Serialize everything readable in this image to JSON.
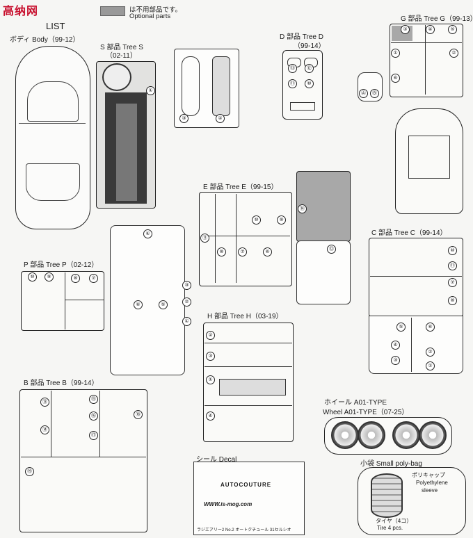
{
  "header": {
    "logo_text": "高纳网",
    "legend_ja": "は不用部品です。",
    "legend_en": "Optional parts",
    "list_label": "LIST"
  },
  "trees": {
    "body": {
      "label": "ボディ Body（99-12）"
    },
    "s": {
      "label": "S 部品 Tree S",
      "code": "（02-11）"
    },
    "d": {
      "label": "D 部品 Tree D",
      "code": "（99-14）"
    },
    "g": {
      "label": "G 部品 Tree G（99-13）"
    },
    "e": {
      "label": "E 部品 Tree E（99-15）"
    },
    "c": {
      "label": "C 部品 Tree C（99-14）"
    },
    "p": {
      "label": "P 部品 Tree P（02-12）"
    },
    "h": {
      "label": "H 部品 Tree H（03-19）"
    },
    "b": {
      "label": "B 部品 Tree B（99-14）"
    }
  },
  "wheel": {
    "label_ja": "ホイール A01-TYPE",
    "label_en": "Wheel A01-TYPE（07-25）"
  },
  "decal": {
    "label": "シール Decal",
    "brand1": "AUTOCOUTURE",
    "url": "WWW.is-mog.com",
    "footer": "ラジエアリー2 No.2 オートクチュール 31セルシオ"
  },
  "polybag": {
    "label": "小袋 Small poly-bag",
    "cap_ja": "ポリキャップ",
    "cap_en1": "Polyethylene",
    "cap_en2": "sleeve",
    "tire_ja": "タイヤ（4コ）",
    "tire_en": "Tire 4 pcs."
  },
  "part_numbers": {
    "s": [
      "①",
      "②",
      "③"
    ],
    "d": [
      "⑬",
      "⑫",
      "⑪",
      "⑩"
    ],
    "g": [
      "③",
      "④",
      "⑤",
      "①",
      "②",
      "⑥",
      "Ⓐ",
      "Ⓑ"
    ],
    "e": [
      "⑭",
      "⑫",
      "⑪",
      "⑩",
      "⑨",
      "⑧",
      "⑦",
      "⑥",
      "⑤",
      "③"
    ],
    "c": [
      "⑩",
      "⑪",
      "⑦",
      "⑧",
      "⑤",
      "⑥",
      "④",
      "③",
      "②",
      "①"
    ],
    "p": [
      "⑩",
      "⑨",
      "⑧",
      "⑦",
      "⑥",
      "⑤",
      "④",
      "③",
      "②",
      "①"
    ],
    "h": [
      "②",
      "③",
      "①",
      "④"
    ],
    "b": [
      "⑬",
      "⑭",
      "⑮",
      "⑯",
      "⑰",
      "⑱",
      "⑲"
    ]
  }
}
